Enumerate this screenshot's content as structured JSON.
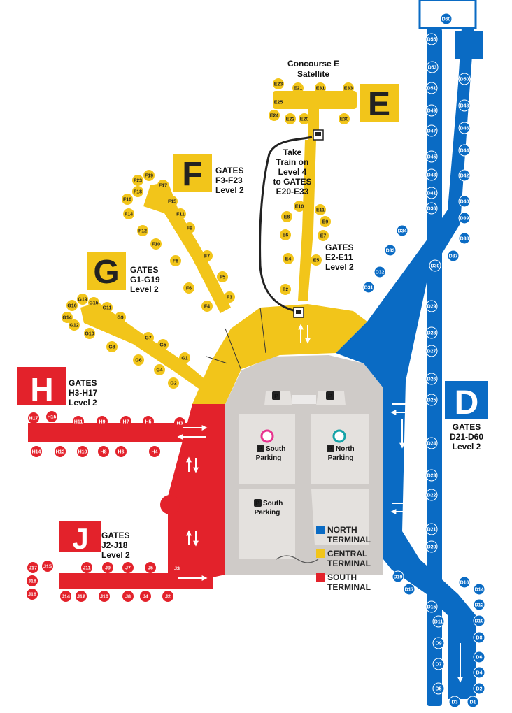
{
  "colors": {
    "north": "#0a6bc4",
    "central": "#f2c51a",
    "south": "#e3222b",
    "parking": "#cfcbc8",
    "parking_light": "#e4e1de",
    "gate_dark": "#222222"
  },
  "concourse_e": {
    "title_line1": "Concourse E",
    "title_line2": "Satellite",
    "letter": "E",
    "train_line1": "Take",
    "train_line2": "Train on",
    "train_line3": "Level 4",
    "train_line4": "to GATES",
    "train_line5": "E20-E33",
    "gates_line1": "GATES",
    "gates_line2": "E2-E11",
    "gates_line3": "Level 2",
    "train_icon": "train-icon"
  },
  "concourse_f": {
    "letter": "F",
    "gates_line1": "GATES",
    "gates_line2": "F3-F23",
    "gates_line3": "Level 2"
  },
  "concourse_g": {
    "letter": "G",
    "gates_line1": "GATES",
    "gates_line2": "G1-G19",
    "gates_line3": "Level 2"
  },
  "concourse_h": {
    "letter": "H",
    "gates_line1": "GATES",
    "gates_line2": "H3-H17",
    "gates_line3": "Level 2"
  },
  "concourse_j": {
    "letter": "J",
    "gates_line1": "GATES",
    "gates_line2": "J2-J18",
    "gates_line3": "Level 2"
  },
  "concourse_d": {
    "letter": "D",
    "gates_line1": "GATES",
    "gates_line2": "D21-D60",
    "gates_line3": "Level 2"
  },
  "parking": {
    "p": "P",
    "south_top": "South",
    "south_bottom": "Parking",
    "north_top": "North",
    "north_bottom": "Parking",
    "south2_top": "South",
    "south2_bottom": "Parking",
    "flamingo_icon": "flamingo-icon",
    "dolphin_icon": "dolphin-icon"
  },
  "legend": {
    "north_1": "NORTH",
    "north_2": "TERMINAL",
    "central_1": "CENTRAL",
    "central_2": "TERMINAL",
    "south_1": "SOUTH",
    "south_2": "TERMINAL"
  },
  "gates": {
    "e": [
      "E23",
      "E21",
      "E31",
      "E33",
      "E25",
      "E24",
      "E22",
      "E20",
      "E30",
      "E11",
      "E10",
      "E9",
      "E8",
      "E7",
      "E6",
      "E5",
      "E4",
      "E2"
    ],
    "f": [
      "F19",
      "F23",
      "F17",
      "F18",
      "F16",
      "F15",
      "F14",
      "F11",
      "F12",
      "F9",
      "F10",
      "F8",
      "F7",
      "F6",
      "F5",
      "F4",
      "F3"
    ],
    "g": [
      "G19",
      "G15",
      "G16",
      "G11",
      "G14",
      "G9",
      "G12",
      "G10",
      "G7",
      "G8",
      "G5",
      "G6",
      "G1",
      "G4",
      "G2"
    ],
    "h": [
      "H17",
      "H15",
      "H11",
      "H9",
      "H7",
      "H5",
      "H3",
      "H14",
      "H12",
      "H10",
      "H8",
      "H6",
      "H4"
    ],
    "j": [
      "J17",
      "J15",
      "J11",
      "J9",
      "J7",
      "J5",
      "J3",
      "J18",
      "J16",
      "J14",
      "J12",
      "J10",
      "J8",
      "J4",
      "J2"
    ],
    "d": [
      "D60",
      "D55",
      "D53",
      "D50",
      "D51",
      "D49",
      "D48",
      "D47",
      "D46",
      "D45",
      "D44",
      "D43",
      "D42",
      "D41",
      "D40",
      "D36",
      "D39",
      "D34",
      "D38",
      "D33",
      "D37",
      "D32",
      "D30",
      "D31",
      "D29",
      "D28",
      "D27",
      "D26",
      "D25",
      "D24",
      "D23",
      "D22",
      "D21",
      "D20",
      "D19",
      "D17",
      "D16",
      "D14",
      "D15",
      "D12",
      "D11",
      "D10",
      "D9",
      "D8",
      "D7",
      "D6",
      "D5",
      "D4",
      "D3",
      "D2",
      "D1"
    ]
  }
}
